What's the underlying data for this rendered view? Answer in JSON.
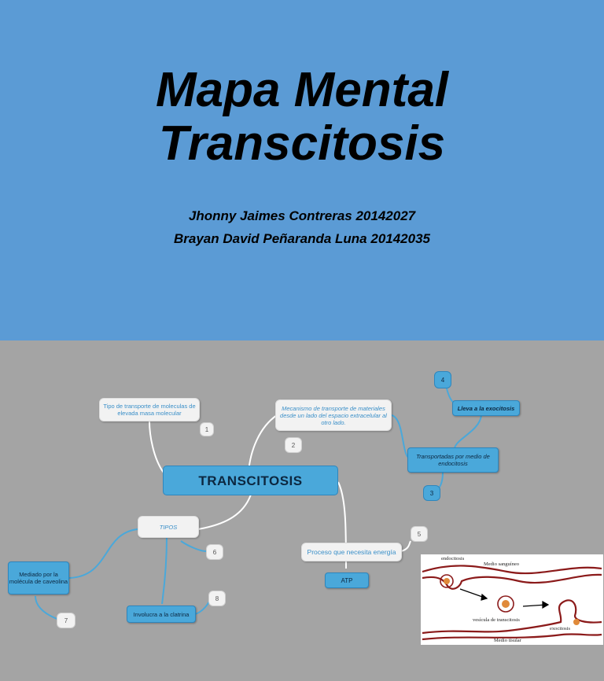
{
  "header": {
    "title_line1": "Mapa Mental",
    "title_line2": "Transcitosis",
    "author1": "Jhonny Jaimes Contreras 20142027",
    "author2": "Brayan David Peñaranda Luna 20142035"
  },
  "colors": {
    "top_bg": "#5b9bd5",
    "map_bg": "#a4a4a4",
    "node_blue": "#4aa8da",
    "node_white": "#f2f2f2",
    "line": "#ffffff"
  },
  "mindmap": {
    "central": "TRANSCITOSIS",
    "tipo_def": "Tipo de transporte de moleculas de elevada masa molecular",
    "mecanismo": "Mecanismo de transporte de materiales desde un lado del espacio extracelular al otro lado.",
    "lleva": "Lleva a la exocitosis",
    "transportadas": "Transportadas por medio de endocitosis",
    "tipos": "TIPOS",
    "mediado": "Mediado por la molécula de caveolina",
    "involucra": "Involucra a la clatrina",
    "proceso": "Proceso que necesita energía",
    "atp": "ATP",
    "n1": "1",
    "n2": "2",
    "n3": "3",
    "n4": "4",
    "n5": "5",
    "n6": "6",
    "n7": "7",
    "n8": "8"
  },
  "diagram": {
    "endocitosis": "endocitosis",
    "medio_sanguineo": "Medio sanguíneo",
    "vesicula": "vesícula de transcitosis",
    "exocitosis": "exocitosis",
    "medio_tisular": "Medio tisular"
  }
}
